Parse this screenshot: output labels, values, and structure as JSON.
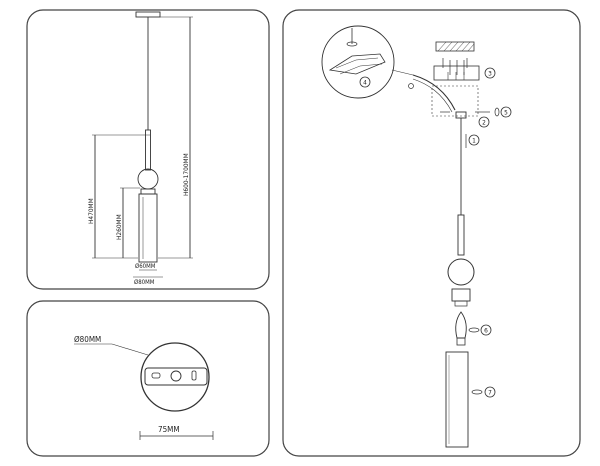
{
  "panels": {
    "pendant": {
      "dims": {
        "total_height": "H600-1700MM",
        "body_height": "H470MM",
        "shade_height": "H260MM",
        "inner_diameter": "Ø60MM",
        "outer_diameter": "Ø80MM"
      }
    },
    "canopy": {
      "diameter": "Ø80MM",
      "width": "75MM"
    },
    "assembly": {
      "steps": [
        "1",
        "2",
        "3",
        "4",
        "5",
        "6",
        "7"
      ]
    }
  },
  "colors": {
    "line": "#333333",
    "frame": "#444444",
    "hatch": "#555555"
  }
}
